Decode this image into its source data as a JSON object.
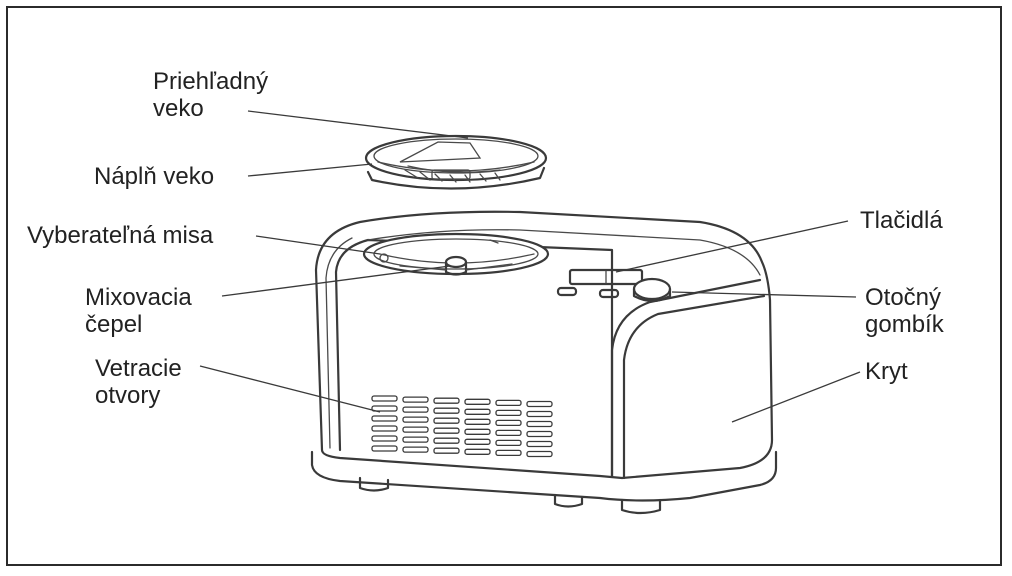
{
  "labels": {
    "transparent_lid": "Priehľadný\nveko",
    "lid_fill": "Náplň veko",
    "removable_bowl": "Vyberateľná misa",
    "mixing_blade": "Mixovacia\nčepel",
    "vents": "Vetracie\notvory",
    "buttons": "Tlačidlá",
    "rotary_knob": "Otočný\ngombík",
    "cover": "Kryt"
  },
  "colors": {
    "line": "#3a3a3a",
    "text": "#222222",
    "frame": "#2b2b2b"
  }
}
